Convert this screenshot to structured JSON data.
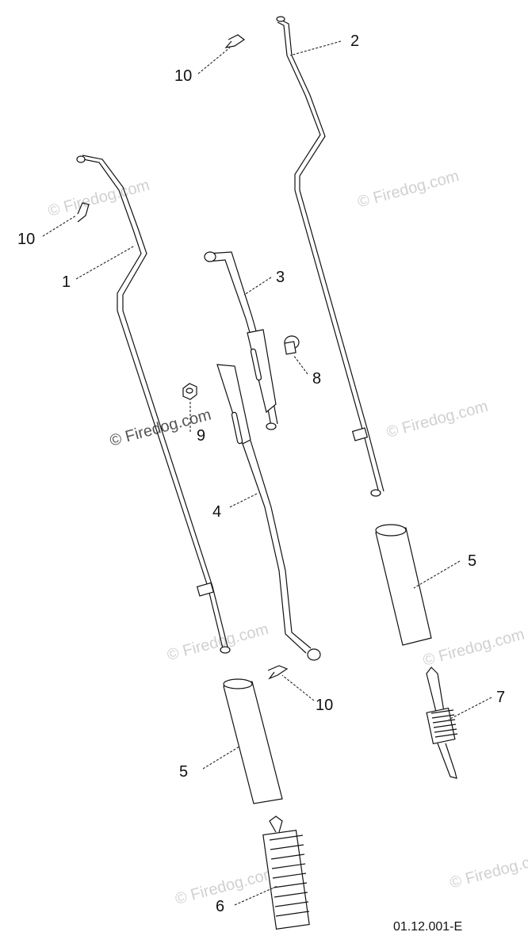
{
  "watermark": "© Firedog.com",
  "drawing_code": "01.12.001-E",
  "callouts": {
    "c1": "1",
    "c2": "2",
    "c3": "3",
    "c4": "4",
    "c5a": "5",
    "c5b": "5",
    "c6": "6",
    "c7": "7",
    "c8": "8",
    "c9": "9",
    "c10a": "10",
    "c10b": "10",
    "c10c": "10"
  }
}
